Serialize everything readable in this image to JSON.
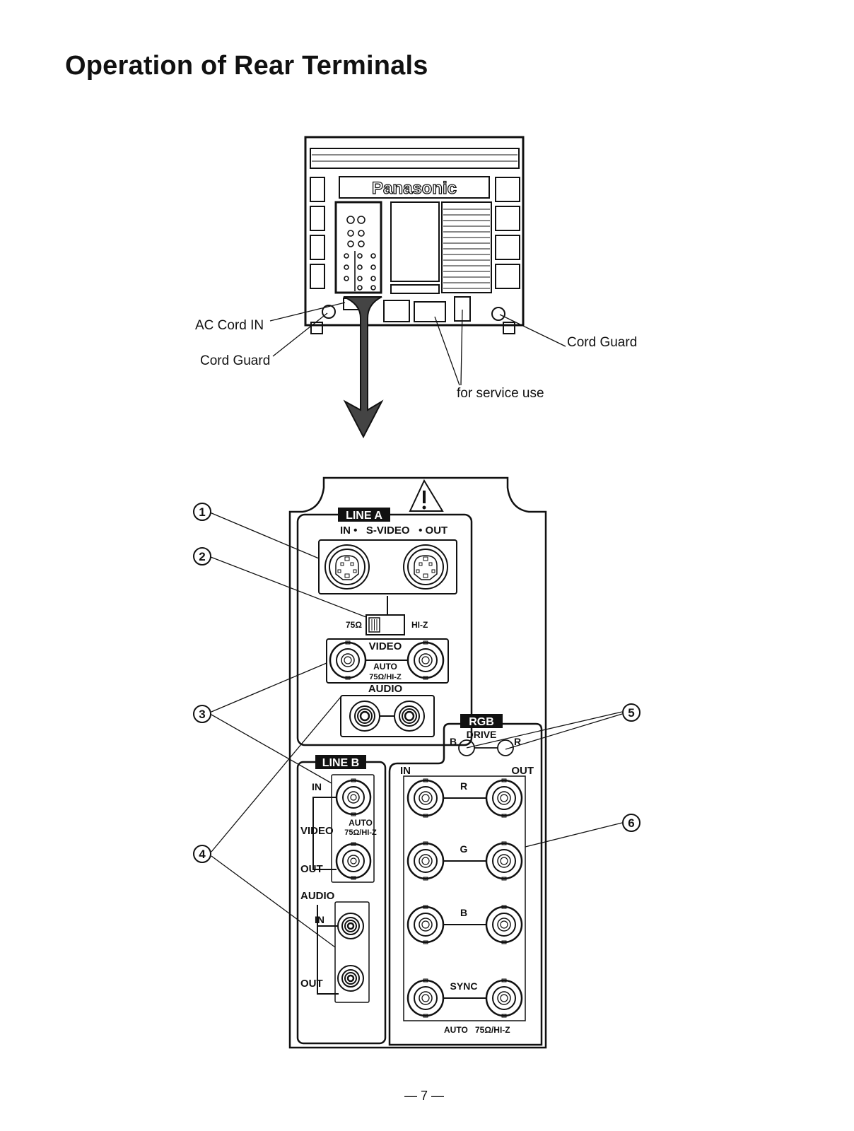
{
  "page": {
    "title": "Operation of Rear Terminals",
    "page_number": "— 7 —"
  },
  "rear_view": {
    "brand": "Panasonic",
    "labels": {
      "ac_cord_in": "AC Cord IN",
      "cord_guard_left": "Cord Guard",
      "cord_guard_right": "Cord Guard",
      "service_use": "for service use"
    }
  },
  "terminal_panel": {
    "line_a": {
      "badge": "LINE A",
      "svideo_header": "IN •   S-VIDEO   • OUT",
      "switch_left": "75Ω",
      "switch_right": "HI-Z",
      "video_label": "VIDEO",
      "auto_label": "AUTO",
      "impedance_label": "75Ω/HI-Z",
      "audio_label": "AUDIO"
    },
    "line_b": {
      "badge": "LINE B",
      "in_label": "IN",
      "video_label": "VIDEO",
      "out_label": "OUT",
      "auto_label": "AUTO",
      "impedance_label": "75Ω/HI-Z",
      "audio_label": "AUDIO",
      "audio_in_label": "IN",
      "audio_out_label": "OUT"
    },
    "rgb": {
      "badge": "RGB",
      "drive_label": "DRIVE",
      "drive_b": "B",
      "drive_r": "R",
      "in_label": "IN",
      "out_label": "OUT",
      "rows": [
        "R",
        "G",
        "B",
        "SYNC"
      ],
      "footer_auto": "AUTO",
      "footer_impedance": "75Ω/HI-Z"
    },
    "callouts": [
      "1",
      "2",
      "3",
      "4",
      "5",
      "6"
    ]
  }
}
